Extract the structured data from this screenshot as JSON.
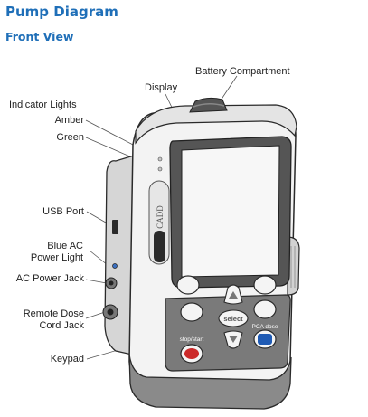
{
  "title": "Pump Diagram",
  "subtitle": "Front View",
  "labels": {
    "battery": "Battery Compartment",
    "display": "Display",
    "indicator": "Indicator Lights",
    "amber": "Amber",
    "green": "Green",
    "usb": "USB Port",
    "blue_ac_1": "Blue AC",
    "blue_ac_2": "Power Light",
    "ac_jack": "AC Power Jack",
    "remote_1": "Remote Dose",
    "remote_2": "Cord Jack",
    "keypad": "Keypad"
  },
  "device_text": {
    "brand": "CADD",
    "select": "select",
    "stop_start": "stop/start",
    "pca_dose": "PCA dose"
  },
  "colors": {
    "heading": "#1f6fb8",
    "stop_button": "#cc2a2a",
    "pca_button": "#1e5ab4"
  }
}
